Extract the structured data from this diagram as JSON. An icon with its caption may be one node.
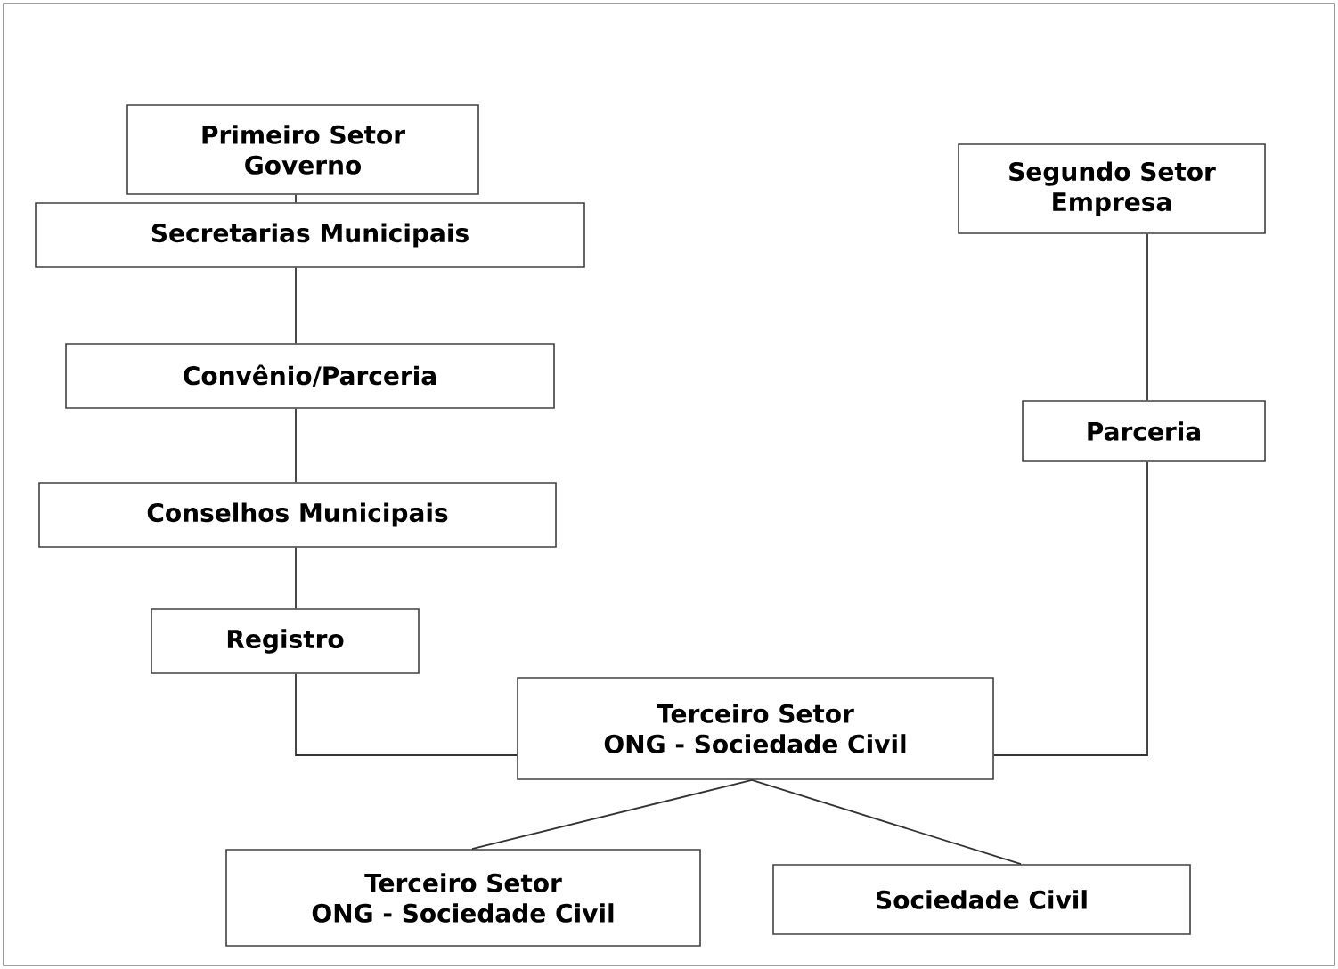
{
  "diagram": {
    "nodes": [
      {
        "text": [
          "Primeiro Setor",
          "Governo"
        ]
      },
      {
        "text": [
          "Secretarias Municipais"
        ]
      },
      {
        "text": [
          "Convênio/Parceria"
        ]
      },
      {
        "text": [
          "Conselhos Municipais"
        ]
      },
      {
        "text": [
          "Registro"
        ]
      },
      {
        "text": [
          "Terceiro Setor",
          "ONG - Sociedade Civil"
        ]
      },
      {
        "text": [
          "Segundo Setor",
          "Empresa"
        ]
      },
      {
        "text": [
          "Parceria"
        ]
      },
      {
        "text": [
          "Terceiro Setor",
          "ONG - Sociedade Civil"
        ]
      },
      {
        "text": [
          "Sociedade Civil"
        ]
      }
    ],
    "edges": [
      {
        "from": 0,
        "to": 1,
        "arrow": "none"
      },
      {
        "from": 1,
        "to": 2,
        "arrow": "none"
      },
      {
        "from": 2,
        "to": 3,
        "arrow": "none"
      },
      {
        "from": 3,
        "to": 4,
        "arrow": "none"
      },
      {
        "from": 4,
        "to": 5,
        "arrow": "none"
      },
      {
        "from": 6,
        "to": 7,
        "arrow": "none"
      },
      {
        "from": 7,
        "to": 5,
        "arrow": "none"
      },
      {
        "from": 5,
        "to": 8,
        "arrow": "none"
      },
      {
        "from": 5,
        "to": 9,
        "arrow": "none"
      }
    ]
  }
}
